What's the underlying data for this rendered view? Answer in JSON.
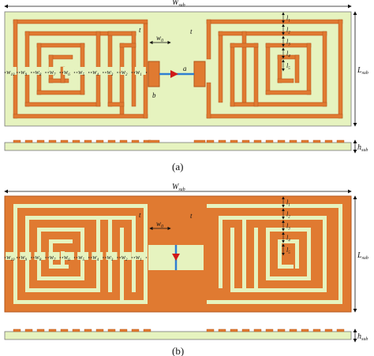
{
  "colors": {
    "substrate": "#e6f3bf",
    "metal": "#e07a31",
    "metal_edge": "#b4551a",
    "feed_line": "#2f7fd1",
    "arrow": "#d01818",
    "dimension": "#111111"
  },
  "panels": [
    {
      "caption": "(a)",
      "width_label": {
        "base": "W",
        "sub": "sub"
      },
      "length_label": {
        "base": "L",
        "sub": "sub"
      },
      "height_label": {
        "base": "h",
        "sub": "sub"
      },
      "gap_label": "t",
      "gap_label_right": "t",
      "feed_gap_label": "a",
      "feed_width_label": "b",
      "w0_label": {
        "base": "w",
        "sub": "0"
      },
      "left_widths": [
        {
          "base": "w",
          "sub": "10"
        },
        {
          "base": "w",
          "sub": "9"
        },
        {
          "base": "w",
          "sub": "8"
        },
        {
          "base": "w",
          "sub": "7"
        },
        {
          "base": "w",
          "sub": "6"
        },
        {
          "base": "w",
          "sub": "5"
        },
        {
          "base": "w",
          "sub": "4"
        },
        {
          "base": "w",
          "sub": "3"
        },
        {
          "base": "w",
          "sub": "2"
        },
        {
          "base": "w",
          "sub": "1"
        }
      ],
      "right_lengths": [
        {
          "base": "l",
          "sub": "1"
        },
        {
          "base": "l",
          "sub": "2"
        },
        {
          "base": "l",
          "sub": "3"
        },
        {
          "base": "l",
          "sub": "4"
        },
        {
          "base": "l",
          "sub": "5"
        }
      ]
    },
    {
      "caption": "(b)",
      "width_label": {
        "base": "W",
        "sub": "sub"
      },
      "length_label": {
        "base": "L",
        "sub": "sub"
      },
      "height_label": {
        "base": "h",
        "sub": "sub"
      },
      "gap_label": "t",
      "gap_label_right": "t",
      "w0_label": {
        "base": "w",
        "sub": "0"
      },
      "left_widths": [
        {
          "base": "w",
          "sub": "10"
        },
        {
          "base": "w",
          "sub": "9"
        },
        {
          "base": "w",
          "sub": "8"
        },
        {
          "base": "w",
          "sub": "7"
        },
        {
          "base": "w",
          "sub": "6"
        },
        {
          "base": "w",
          "sub": "5"
        },
        {
          "base": "w",
          "sub": "4"
        },
        {
          "base": "w",
          "sub": "3"
        },
        {
          "base": "w",
          "sub": "2"
        },
        {
          "base": "w",
          "sub": "1"
        }
      ],
      "right_lengths": [
        {
          "base": "l",
          "sub": "1"
        },
        {
          "base": "l",
          "sub": "2"
        },
        {
          "base": "l",
          "sub": "3"
        },
        {
          "base": "l",
          "sub": "4"
        },
        {
          "base": "l",
          "sub": "5"
        }
      ]
    }
  ]
}
